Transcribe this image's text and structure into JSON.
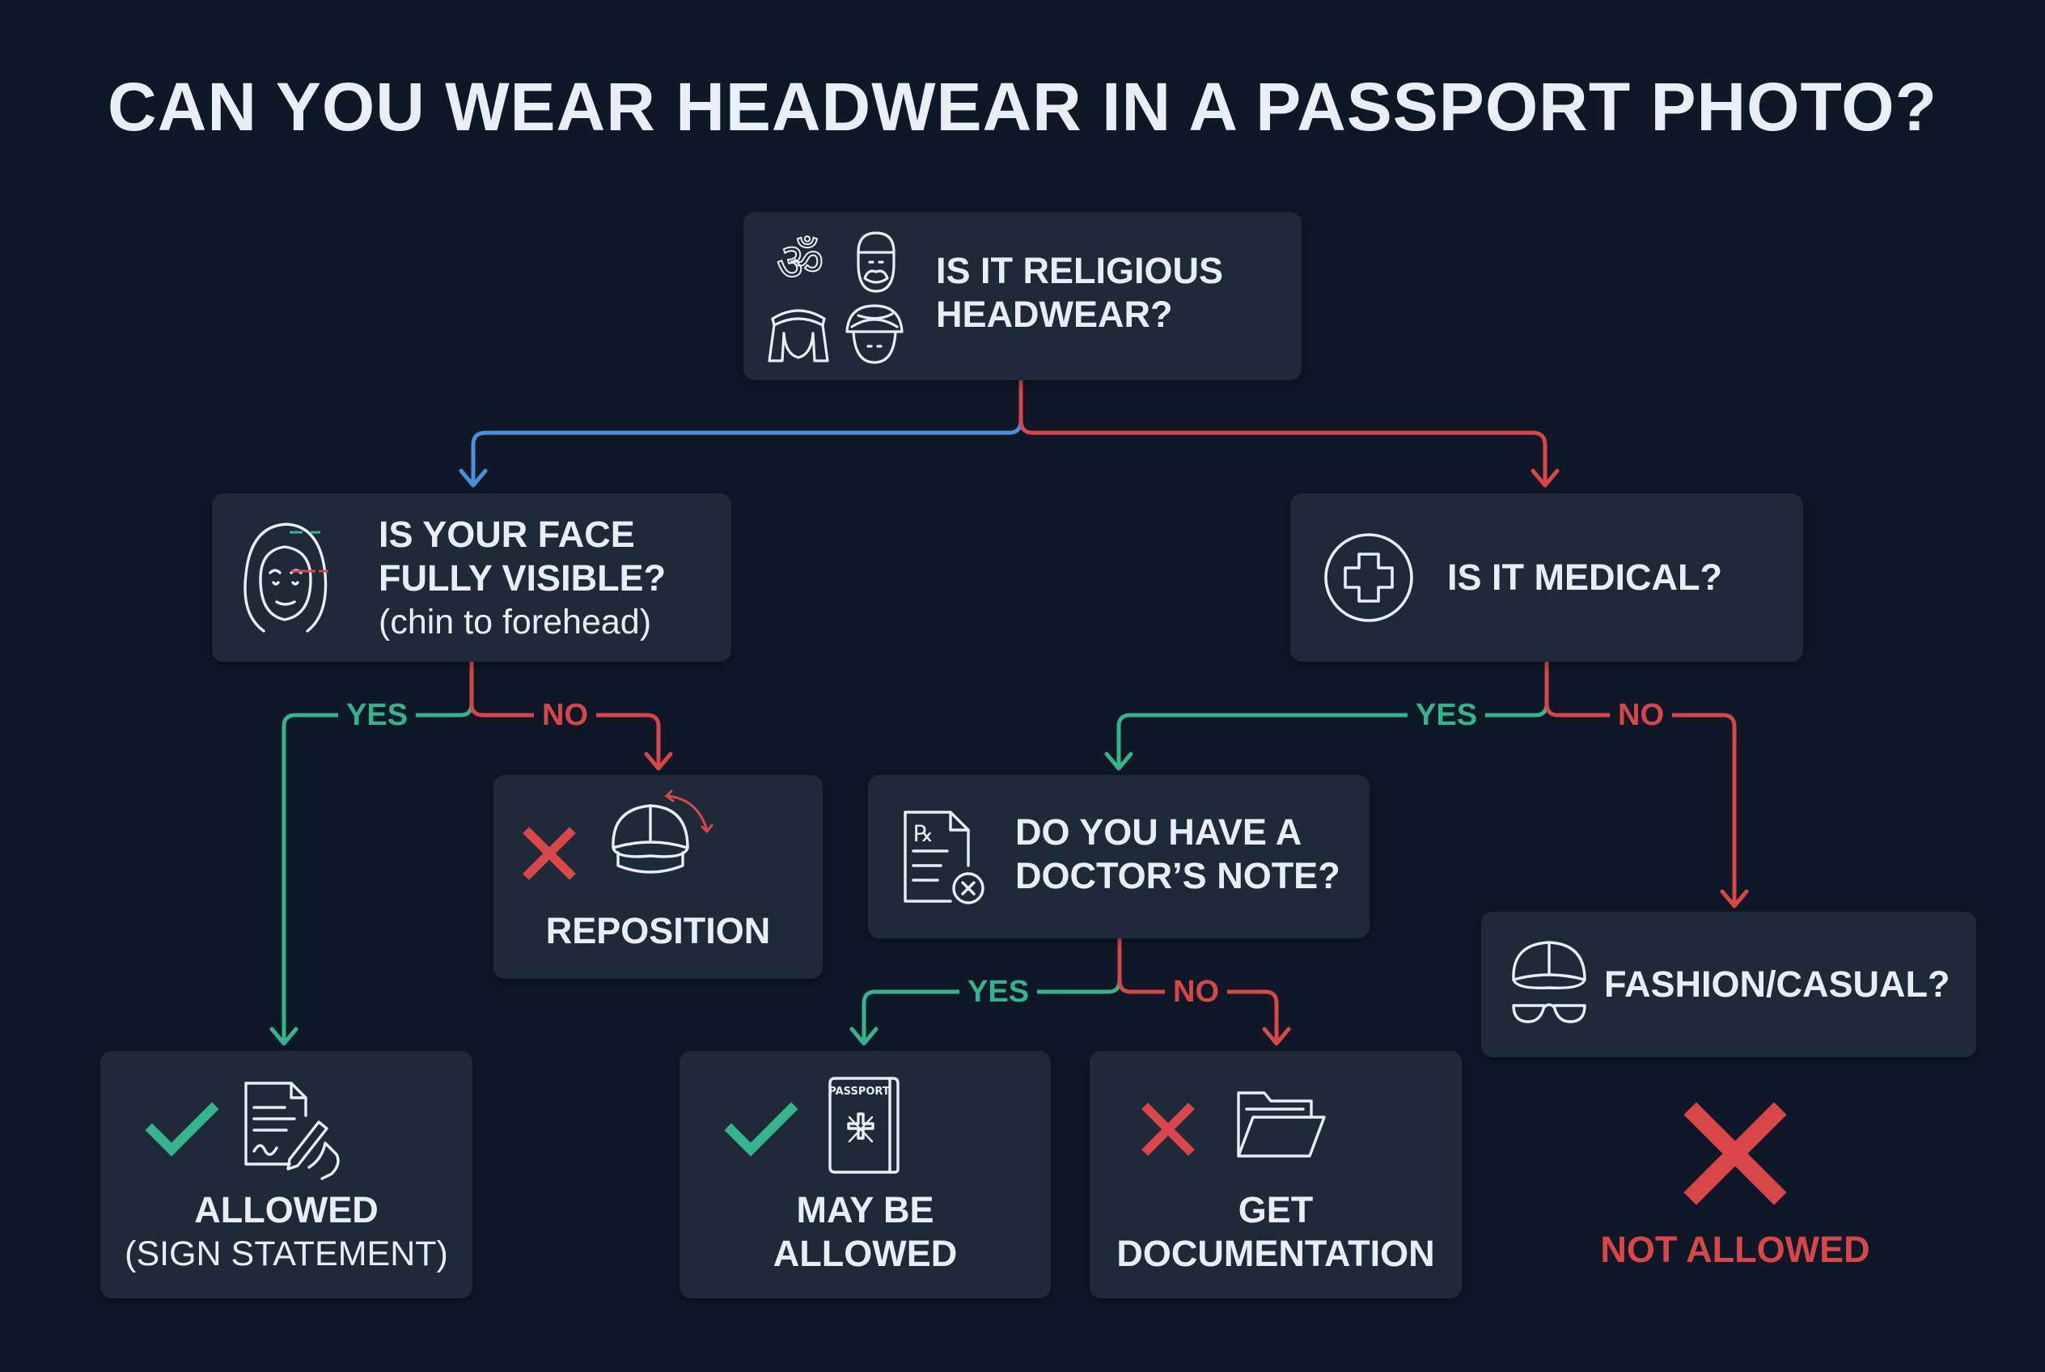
{
  "title": "CAN YOU WEAR HEADWEAR IN A PASSPORT PHOTO?",
  "colors": {
    "background": "#0f1827",
    "node": "#1f2a39",
    "yes": "#35b38a",
    "no": "#d9464a",
    "branch": "#4a8fd9",
    "text": "#e9eef4"
  },
  "nodes": {
    "religious": {
      "line1": "IS IT RELIGIOUS",
      "line2": "HEADWEAR?",
      "icons": [
        "om-icon",
        "kufi-cap-icon",
        "keffiyeh-icon",
        "turban-icon"
      ]
    },
    "face": {
      "line1": "IS YOUR FACE",
      "line2": "FULLY VISIBLE?",
      "line3": "(chin to forehead)",
      "icon": "hijab-face-icon"
    },
    "medical": {
      "line1": "IS IT MEDICAL?",
      "icon": "medical-cross-icon"
    },
    "reposition": {
      "label": "REPOSITION",
      "icons": [
        "cross-icon",
        "cap-rotate-icon"
      ]
    },
    "doctor": {
      "line1": "DO YOU HAVE A",
      "line2": "DOCTOR’S NOTE?",
      "icon": "prescription-icon"
    },
    "fashion": {
      "line1": "FASHION/CASUAL?",
      "icon": "cap-glasses-icon"
    },
    "allowed": {
      "line1": "ALLOWED",
      "line2": "(SIGN STATEMENT)",
      "icons": [
        "check-icon",
        "signed-document-icon"
      ]
    },
    "maybe": {
      "line1": "MAY BE",
      "line2": "ALLOWED",
      "passport_text": "PASSPORT",
      "icons": [
        "check-icon",
        "passport-icon"
      ]
    },
    "documentation": {
      "line1": "GET",
      "line2": "DOCUMENTATION",
      "icons": [
        "cross-icon",
        "folder-icon"
      ]
    },
    "not_allowed": {
      "label": "NOT ALLOWED",
      "icon": "large-cross-icon"
    }
  },
  "edges": {
    "face_yes": "YES",
    "face_no": "NO",
    "medical_yes": "YES",
    "medical_no": "NO",
    "doctor_yes": "YES",
    "doctor_no": "NO"
  }
}
